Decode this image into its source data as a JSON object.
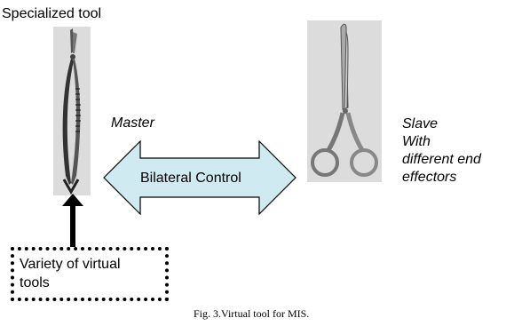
{
  "title": "Specialized tool",
  "master_label": "Master",
  "slave_label": [
    "Slave",
    "With",
    "different end",
    "effectors"
  ],
  "arrow_label": "Bilateral Control",
  "variety_label": [
    "Variety of virtual",
    "tools"
  ],
  "caption": "Fig. 3.Virtual tool for MIS.",
  "colors": {
    "arrow_fill": "#cfeaf0",
    "tool_background": "#dcdcdc"
  }
}
